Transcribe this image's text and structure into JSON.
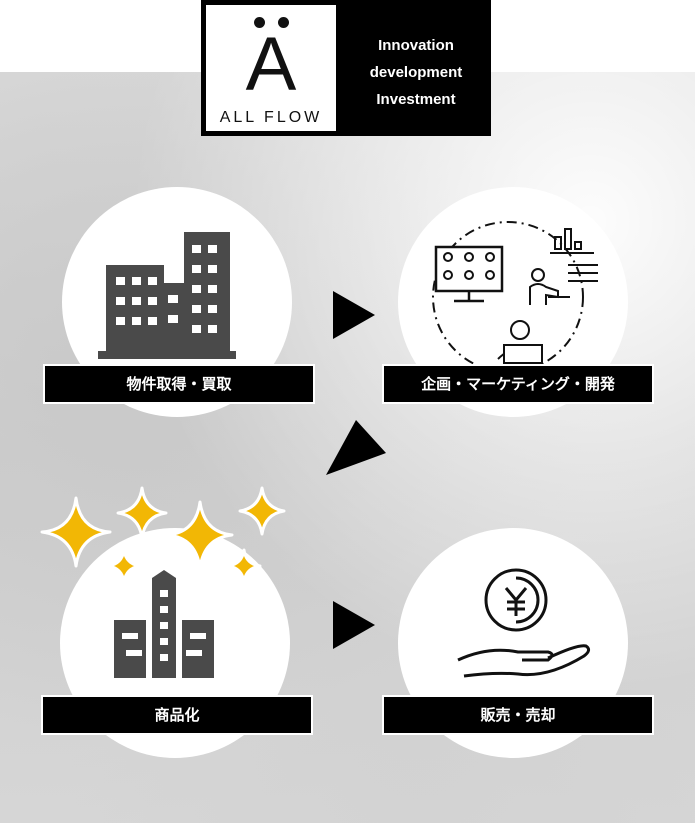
{
  "logo": {
    "brand": "ALL FLOW",
    "letter": "A",
    "tagline": [
      "Innovation",
      "development",
      "Investment"
    ]
  },
  "steps": [
    {
      "label": "物件取得・買取",
      "icon": "office-buildings-icon"
    },
    {
      "label": "企画・マーケティング・開発",
      "icon": "meeting-planning-icon"
    },
    {
      "label": "商品化",
      "icon": "sparkling-building-icon"
    },
    {
      "label": "販売・売却",
      "icon": "yen-coin-hand-icon"
    }
  ],
  "colors": {
    "accent": "#F2B705",
    "icon": "#4a4a4a",
    "label_bg": "#000000"
  }
}
